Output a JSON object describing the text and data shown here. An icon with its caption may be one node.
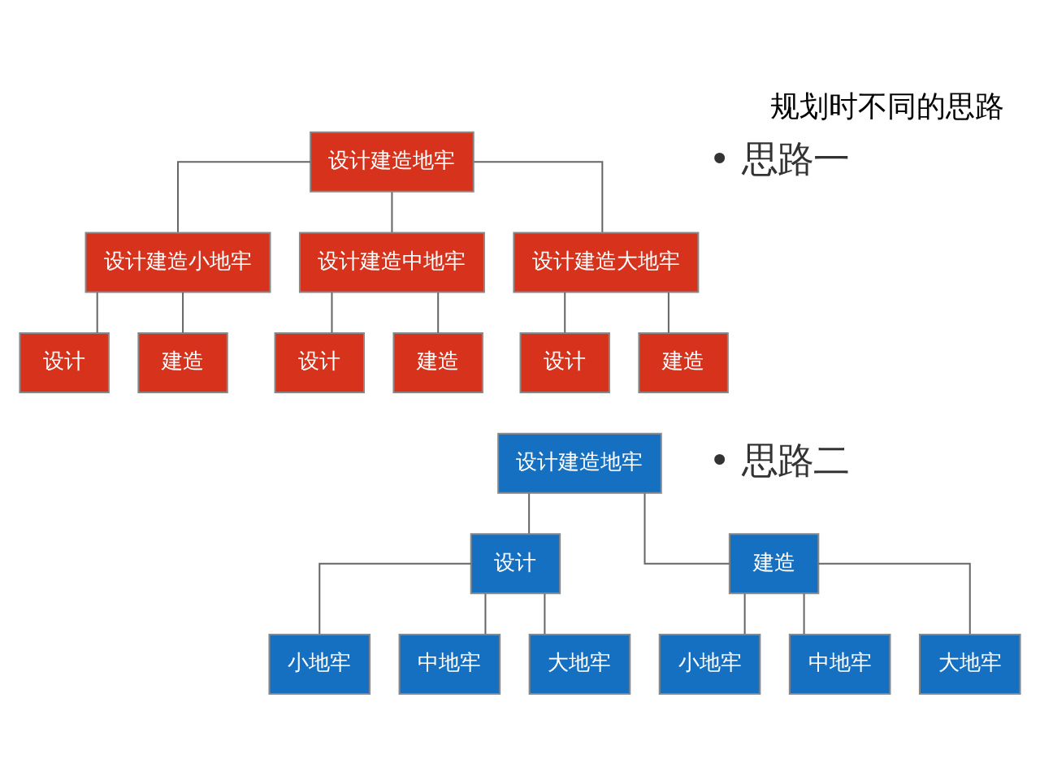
{
  "diagram": {
    "title": "规划时不同的思路",
    "nodes": [
      {
        "text": [
          "设计建造地牢"
        ]
      },
      {
        "text": [
          "设计建造小地牢"
        ]
      },
      {
        "text": [
          "设计建造中地牢"
        ]
      },
      {
        "text": [
          "设计建造大地牢"
        ]
      },
      {
        "text": [
          "设计"
        ]
      },
      {
        "text": [
          "建造"
        ]
      },
      {
        "text": [
          "设计"
        ]
      },
      {
        "text": [
          "建造"
        ]
      },
      {
        "text": [
          "设计"
        ]
      },
      {
        "text": [
          "建造"
        ]
      },
      {
        "text": [
          "设计建造地牢"
        ]
      },
      {
        "text": [
          "设计"
        ]
      },
      {
        "text": [
          "建造"
        ]
      },
      {
        "text": [
          "小地牢"
        ]
      },
      {
        "text": [
          "中地牢"
        ]
      },
      {
        "text": [
          "大地牢"
        ]
      },
      {
        "text": [
          "小地牢"
        ]
      },
      {
        "text": [
          "中地牢"
        ]
      },
      {
        "text": [
          "大地牢"
        ]
      }
    ],
    "edges": [
      {
        "from": 0,
        "to": 1,
        "arrow": "none"
      },
      {
        "from": 0,
        "to": 2,
        "arrow": "none"
      },
      {
        "from": 0,
        "to": 3,
        "arrow": "none"
      },
      {
        "from": 1,
        "to": 4,
        "arrow": "none"
      },
      {
        "from": 1,
        "to": 5,
        "arrow": "none"
      },
      {
        "from": 2,
        "to": 6,
        "arrow": "none"
      },
      {
        "from": 2,
        "to": 7,
        "arrow": "none"
      },
      {
        "from": 3,
        "to": 8,
        "arrow": "none"
      },
      {
        "from": 3,
        "to": 9,
        "arrow": "none"
      },
      {
        "from": 10,
        "to": 11,
        "arrow": "none"
      },
      {
        "from": 10,
        "to": 12,
        "arrow": "none"
      },
      {
        "from": 11,
        "to": 13,
        "arrow": "none"
      },
      {
        "from": 11,
        "to": 14,
        "arrow": "none"
      },
      {
        "from": 11,
        "to": 15,
        "arrow": "none"
      },
      {
        "from": 12,
        "to": 16,
        "arrow": "none"
      },
      {
        "from": 12,
        "to": 17,
        "arrow": "none"
      },
      {
        "from": 12,
        "to": 18,
        "arrow": "none"
      }
    ],
    "labels": [
      "• 思路一",
      "• 思路二"
    ]
  }
}
